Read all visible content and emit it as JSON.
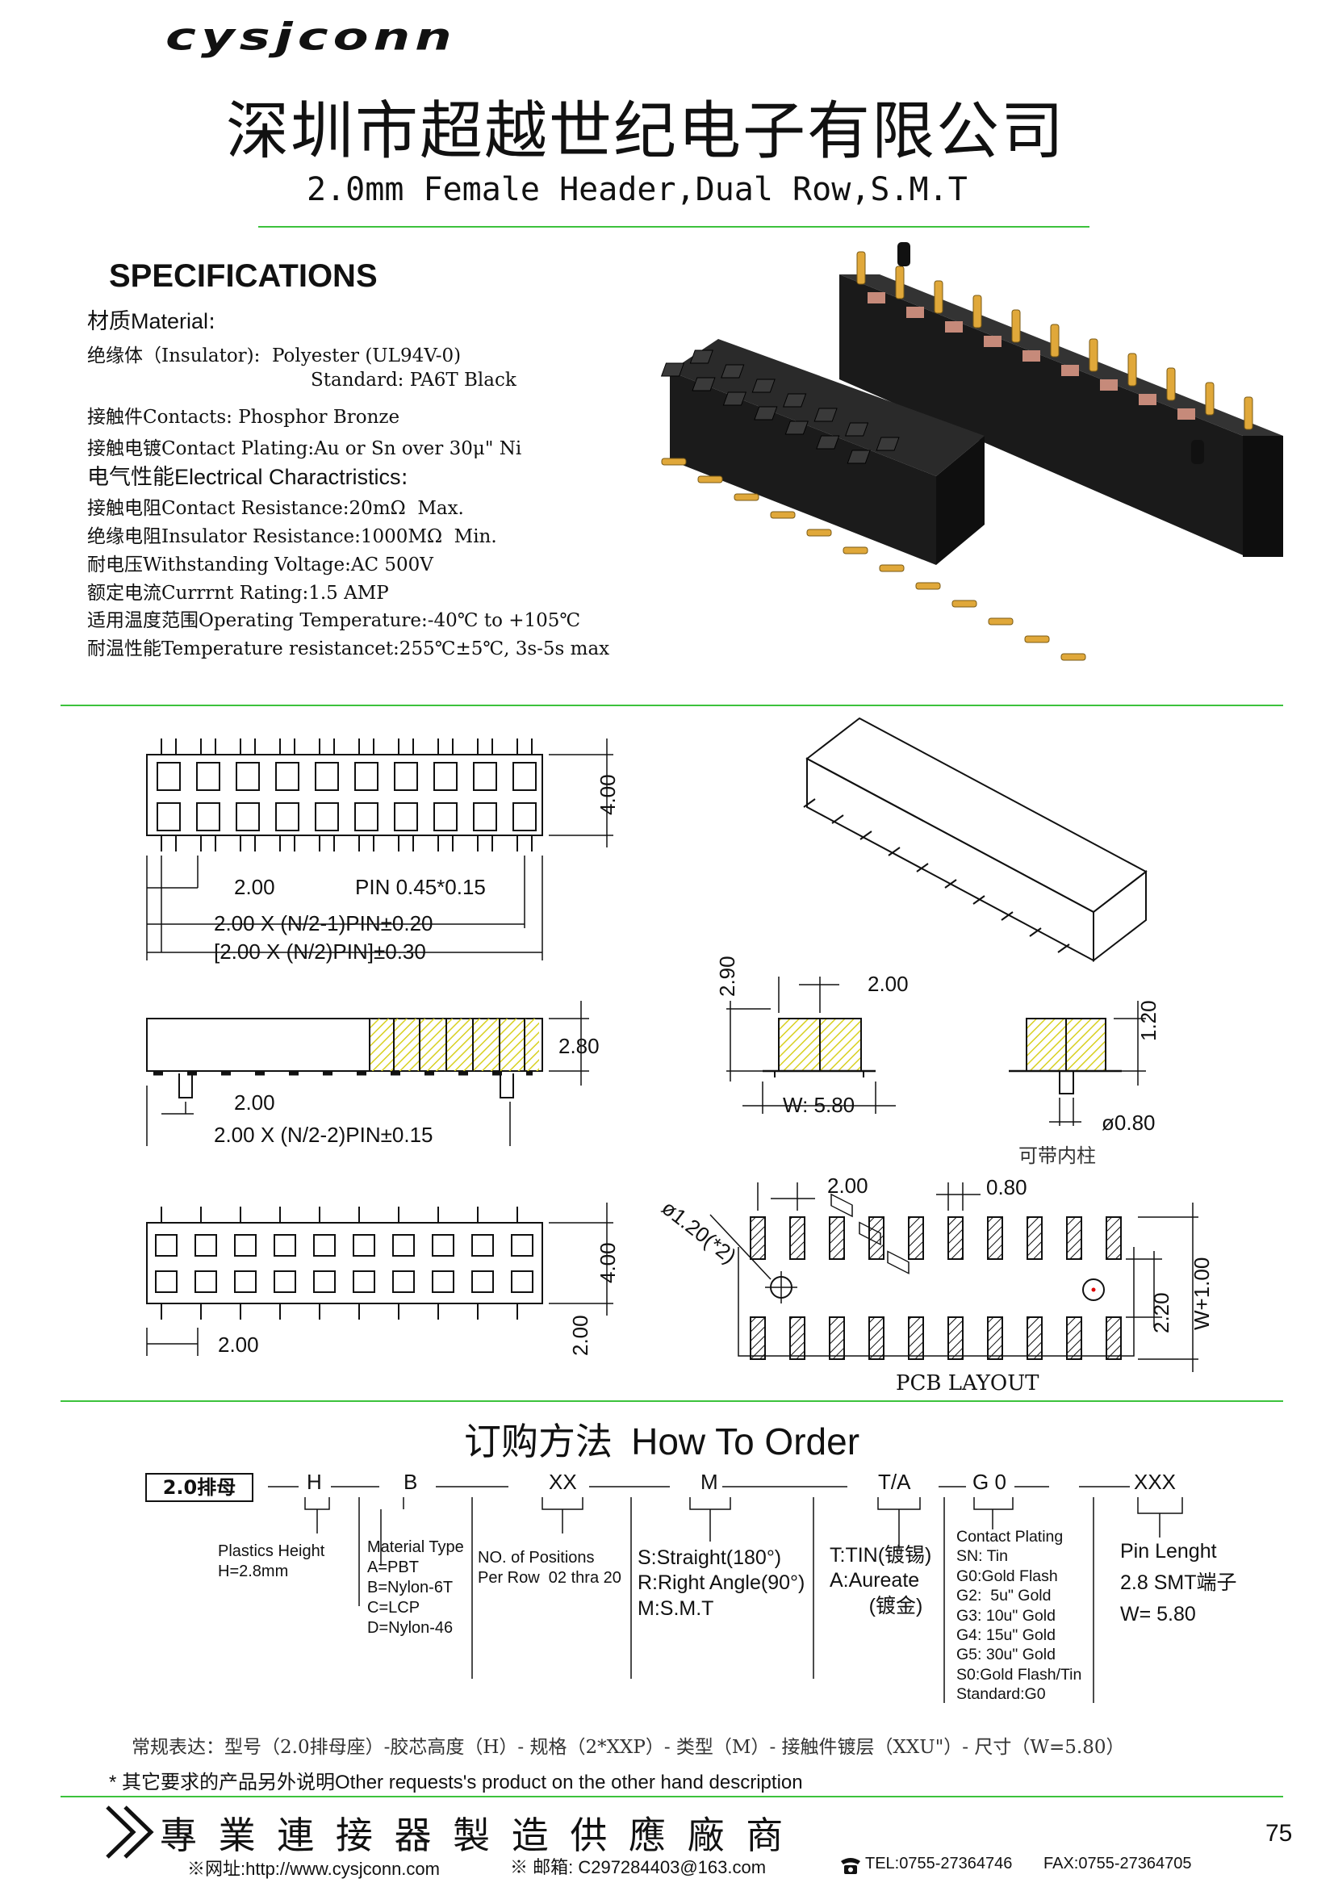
{
  "header": {
    "logo_text": "cysjconn",
    "company_name": "深圳市超越世纪电子有限公司",
    "product_title": "2.0mm Female Header,Dual Row,S.M.T"
  },
  "specs": {
    "heading": "SPECIFICATIONS",
    "material_label_cn": "材质",
    "material_label_en": "Material",
    "material_colon": ":",
    "insulator": "绝缘体（Insulator):  Polyester (UL94V-0)",
    "insulator_std": "Standard: PA6T Black",
    "contacts": "接触件Contacts: Phosphor Bronze",
    "plating": "接触电镀Contact Plating:Au or Sn over 30μ\" Ni",
    "electrical_label_cn": "电气性能",
    "electrical_label_en": "Electrical Charactristics",
    "electrical_colon": ":",
    "contact_resistance": "接触电阻Contact Resistance:20mΩ  Max.",
    "insulator_resistance": "绝缘电阻Insulator Resistance:1000MΩ  Min.",
    "withstanding_voltage": "耐电压Withstanding Voltage:AC 500V",
    "current_rating": "额定电流Currrnt Rating:1.5 AMP",
    "operating_temp": "适用温度范围Operating Temperature:-40℃ to +105℃",
    "temp_resistance": "耐温性能Temperature resistancet:255℃±5℃, 3s-5s max"
  },
  "drawings": {
    "top_view": {
      "height": "4.00",
      "pitch": "2.00",
      "pin": "PIN 0.45*0.15",
      "formula1": "2.00 X (N/2-1)PIN±0.20",
      "formula2": "[2.00 X (N/2)PIN]±0.30"
    },
    "side_view": {
      "height": "2.80",
      "pitch": "2.00",
      "formula": "2.00 X (N/2-2)PIN±0.15"
    },
    "end_view": {
      "height": "2.90",
      "pitch": "2.00",
      "width": "W: 5.80"
    },
    "post_view": {
      "height": "1.20",
      "diameter": "ø0.80",
      "caption": "可带内柱"
    },
    "bottom_view": {
      "height": "4.00",
      "pitch": "2.00",
      "offset": "2.00"
    },
    "pcb": {
      "pitch": "2.00",
      "pad_width": "0.80",
      "hole": "ø1.20(*2)",
      "row_gap": "2.20",
      "total": "W+1.00",
      "caption": "PCB LAYOUT"
    }
  },
  "order": {
    "title_cn": "订购方法",
    "title_en": "How To Order",
    "code_box": "2.0排母",
    "codes": [
      "H",
      "B",
      "XX",
      "M",
      "T/A",
      "G 0",
      "XXX"
    ],
    "plastics": "Plastics Height\nH=2.8mm",
    "material": "Material Type\nA=PBT\nB=Nylon-6T\nC=LCP\nD=Nylon-46",
    "positions": "NO. of Positions\nPer Row  02 thra 20",
    "type": "S:Straight(180°)\nR:Right Angle(90°)\nM:S.M.T",
    "plating_type": "T:TIN(镀锡)\nA:Aureate\n       (镀金)",
    "contact_plating": "Contact Plating\nSN: Tin\nG0:Gold Flash\nG2:  5u\" Gold\nG3: 10u\" Gold\nG4: 15u\" Gold\nG5: 30u\" Gold\nS0:Gold Flash/Tin\nStandard:G0",
    "pin_length": "Pin Lenght\n2.8 SMT端子\nW= 5.80"
  },
  "notes": {
    "regular": "常规表达：型号（2.0排母座）-胶芯高度（H）- 规格（2*XXP）- 类型（M）- 接触件镀层（XXU\"）- 尺寸（W=5.80）",
    "other": "* 其它要求的产品另外说明Other requests's product on the other hand description"
  },
  "footer": {
    "slogan": "專 業 連 接 器 製 造 供 應 廠 商",
    "page_number": "75",
    "website": "※网址:http://www.cysjconn.com",
    "email": "※ 邮箱: C297284403@163.com",
    "tel": "TEL:0755-27364746",
    "fax": "FAX:0755-27364705"
  }
}
